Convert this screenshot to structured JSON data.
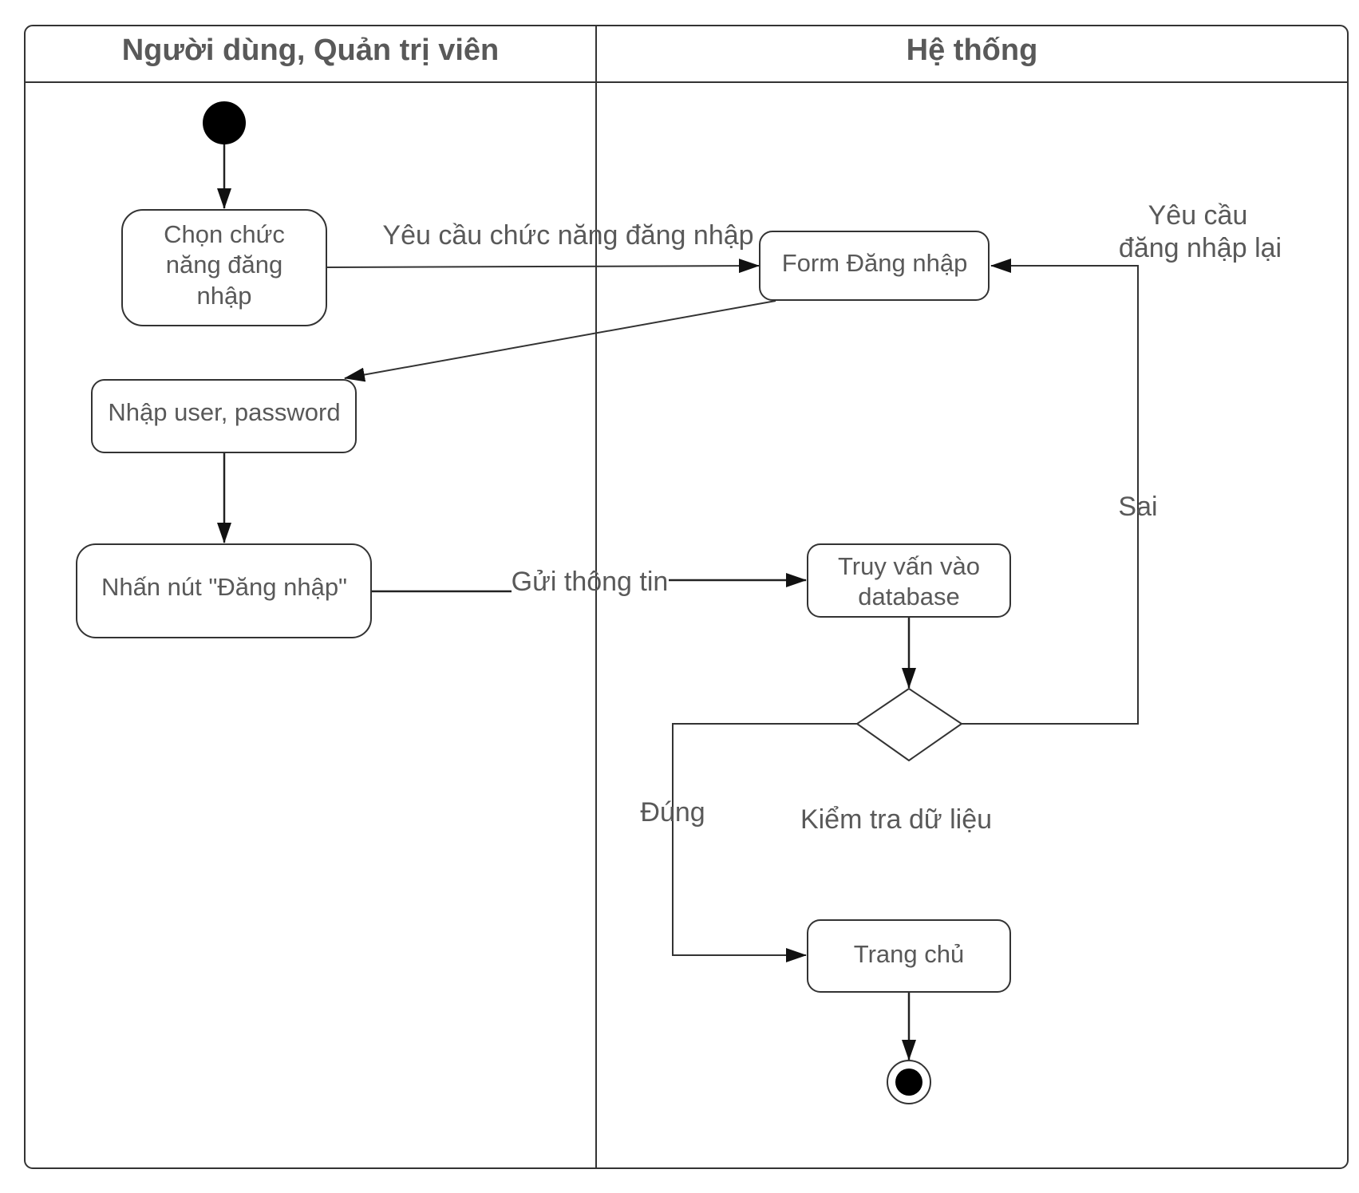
{
  "swimlanes": {
    "left_title": "Người dùng, Quản trị viên",
    "right_title": "Hệ thống"
  },
  "nodes": {
    "choose_login": [
      "Chọn chức",
      "năng đăng",
      "nhập"
    ],
    "login_form": "Form Đăng nhập",
    "enter_credentials": "Nhập user, password",
    "click_login": "Nhấn nút \"Đăng nhập\"",
    "query_db": [
      "Truy vấn vào",
      "database"
    ],
    "homepage": "Trang chủ",
    "decision_label": "Kiểm tra dữ liệu"
  },
  "edges": {
    "request_login": "Yêu cầu chức năng đăng nhập",
    "send_info": "Gửi thông tin",
    "wrong": "Sai",
    "correct": "Đúng",
    "retry": [
      "Yêu cầu",
      "đăng nhập lại"
    ]
  }
}
